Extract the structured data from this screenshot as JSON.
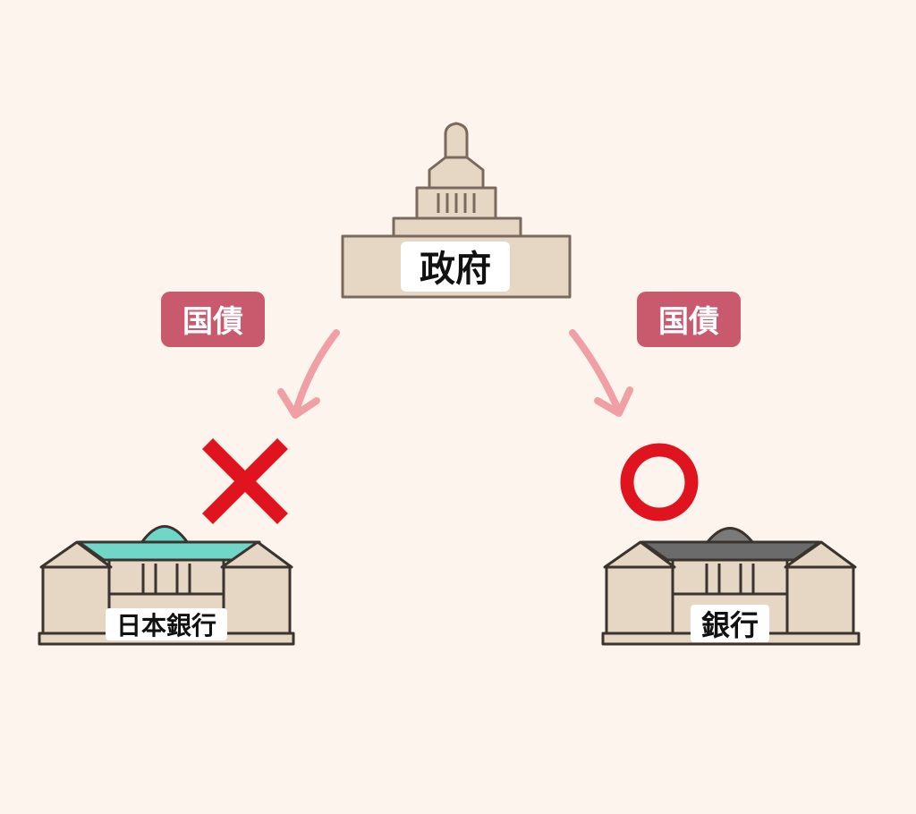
{
  "government": {
    "label": "政府"
  },
  "flows": [
    {
      "badge": "国債",
      "to": "日本銀行",
      "verdict": "cross"
    },
    {
      "badge": "国債",
      "to": "銀行",
      "verdict": "circle"
    }
  ],
  "central_bank": {
    "label": "日本銀行",
    "roof_color": "#6fd6c8",
    "dome_color": "#6fd6c8"
  },
  "commercial_bank": {
    "label": "銀行",
    "roof_color": "#6b6b6b",
    "dome_color": "#7a7a7a"
  },
  "colors": {
    "background": "#fdf4ee",
    "badge": "#c95a6e",
    "arrow": "#f0a0a4",
    "mark_red": "#e0141e",
    "building_fill": "#e6d6c4",
    "building_stroke": "#7a6a5e"
  },
  "icons": {
    "cross": "cross-mark-icon",
    "circle": "circle-mark-icon"
  }
}
